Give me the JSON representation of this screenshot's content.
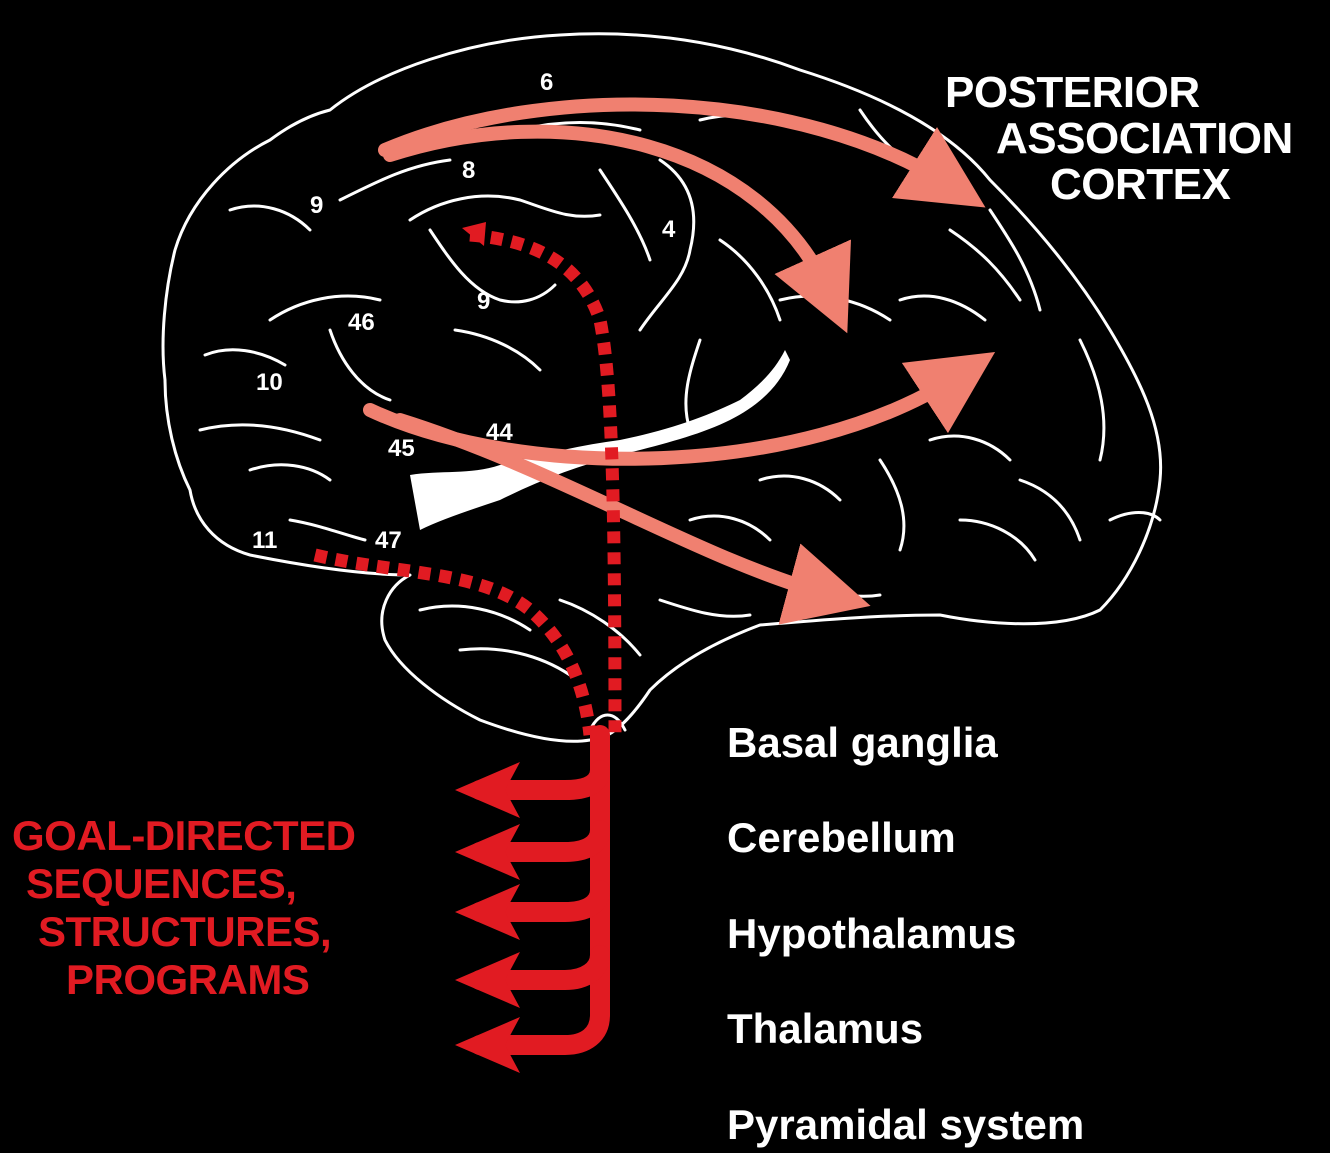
{
  "brodmann_areas": {
    "a6": "6",
    "a8": "8",
    "a9_upper": "9",
    "a4": "4",
    "a9_lower": "9",
    "a46": "46",
    "a10": "10",
    "a45": "45",
    "a44": "44",
    "a11": "11",
    "a47": "47"
  },
  "posterior_label": [
    "POSTERIOR",
    "ASSOCIATION",
    "CORTEX"
  ],
  "goal_label": [
    "GOAL-DIRECTED",
    "SEQUENCES,",
    "STRUCTURES,",
    "PROGRAMS"
  ],
  "subcortical_targets": [
    "Basal ganglia",
    "Cerebellum",
    "Hypothalamus",
    "Thalamus",
    "Pyramidal system"
  ],
  "colors": {
    "background": "#000000",
    "outline": "#ffffff",
    "association_arrows": "#f08070",
    "output_pathway": "#e11b22"
  }
}
